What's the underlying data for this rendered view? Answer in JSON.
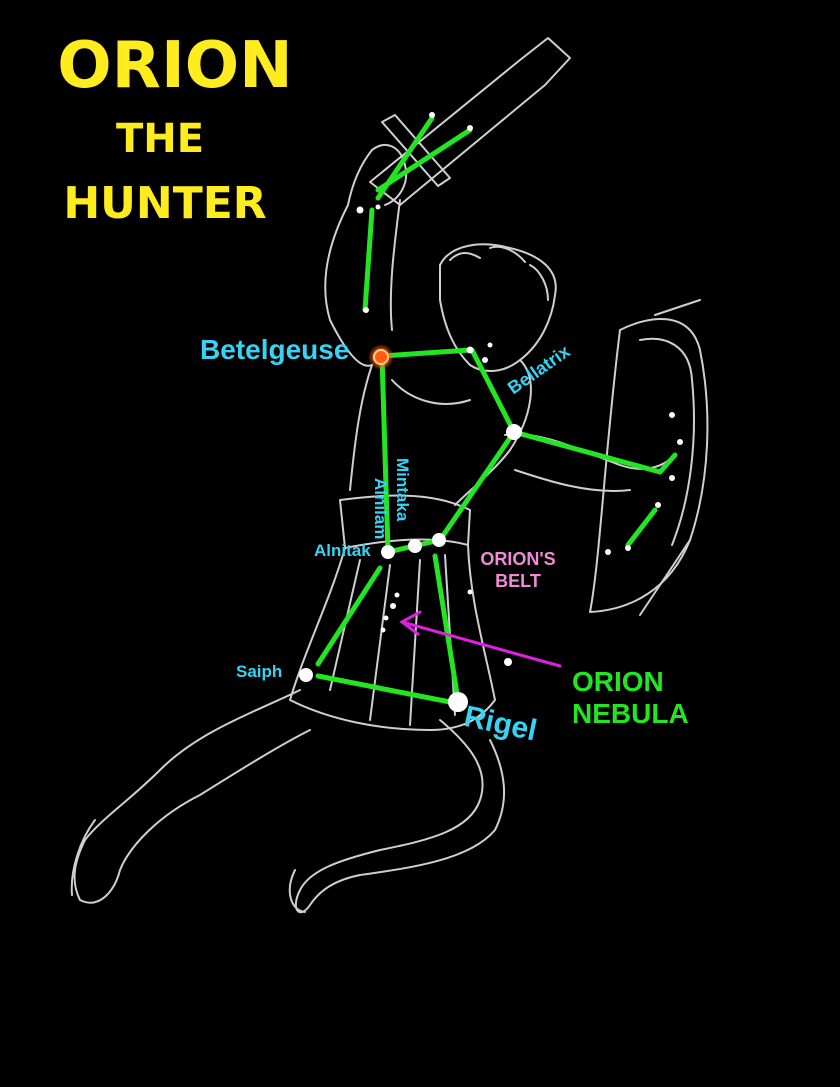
{
  "title": {
    "line1": "ORION",
    "line2": "THE",
    "line3": "HUNTER"
  },
  "stars": {
    "betelgeuse": "Betelgeuse",
    "bellatrix": "Bellatrix",
    "mintaka": "Mintaka",
    "alnilam": "Alnilam",
    "alnitak": "Alnitak",
    "saiph": "Saiph",
    "rigel": "Rigel"
  },
  "belt_label": {
    "line1": "ORION'S",
    "line2": "BELT"
  },
  "nebula_label": {
    "line1": "ORION",
    "line2": "NEBULA"
  },
  "colors": {
    "title": "#ffec1f",
    "star_labels": "#35d4f5",
    "constellation_lines": "#22e622",
    "belt_label": "#f08ad6",
    "nebula_arrow": "#e020e0",
    "betelgeuse_star": "#ff5a1a",
    "sketch": "#cfcfcf"
  }
}
